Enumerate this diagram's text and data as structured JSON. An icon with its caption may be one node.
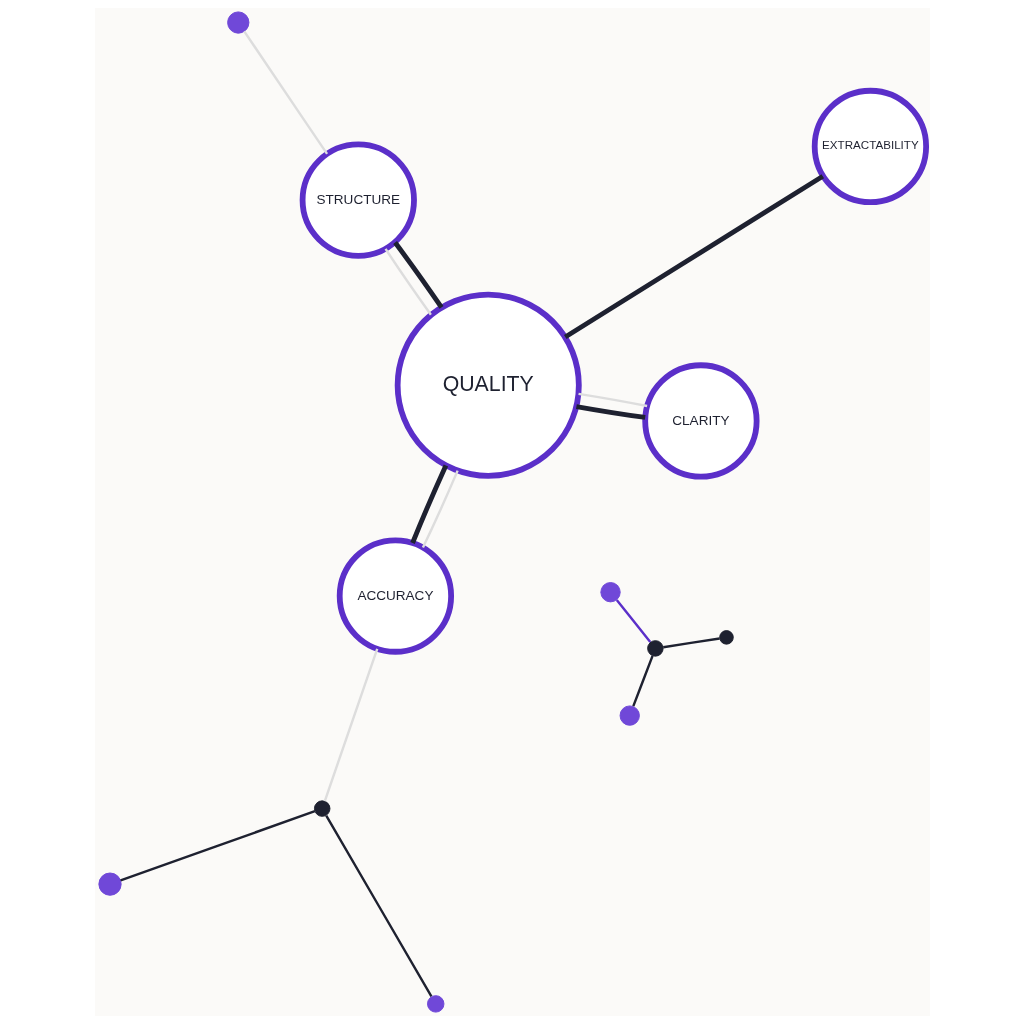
{
  "diagram": {
    "nodes": [
      {
        "text": [
          "QUALITY"
        ]
      },
      {
        "text": [
          "CLARITY"
        ]
      },
      {
        "text": [
          "ACCURACY"
        ]
      },
      {
        "text": [
          "STRUCTURE"
        ]
      },
      {
        "text": [
          "EXTRACTABILITY"
        ]
      },
      {
        "text": [],
        "shape": "circle"
      },
      {
        "text": [],
        "shape": "circle"
      },
      {
        "text": [],
        "shape": "circle"
      },
      {
        "text": [],
        "shape": "circle"
      },
      {
        "text": [],
        "shape": "circle"
      },
      {
        "text": [],
        "shape": "circle"
      },
      {
        "text": [],
        "shape": "circle"
      },
      {
        "text": [],
        "shape": "circle"
      }
    ],
    "edges": [
      {
        "from": 1,
        "to": 0,
        "arrow": "none",
        "style": "thick"
      },
      {
        "from": 2,
        "to": 0,
        "arrow": "none",
        "style": "thick"
      },
      {
        "from": 3,
        "to": 0,
        "arrow": "none",
        "style": "thick"
      },
      {
        "from": 4,
        "to": 0,
        "arrow": "none",
        "style": "thick"
      },
      {
        "from": 1,
        "to": 0,
        "arrow": "none",
        "color": "#dddddd"
      },
      {
        "from": 2,
        "to": 0,
        "arrow": "none",
        "color": "#dddddd"
      },
      {
        "from": 2,
        "to": 9,
        "arrow": "none",
        "color": "#dddddd"
      },
      {
        "from": 3,
        "to": 0,
        "arrow": "none",
        "color": "#dddddd"
      },
      {
        "from": 3,
        "to": 12,
        "arrow": "none",
        "color": "#dddddd"
      },
      {
        "from": 5,
        "to": 6,
        "arrow": "none"
      },
      {
        "from": 5,
        "to": 7,
        "arrow": "none"
      },
      {
        "from": 5,
        "to": 8,
        "arrow": "none",
        "color": "#5b2fc9"
      },
      {
        "from": 9,
        "to": 10,
        "arrow": "none"
      },
      {
        "from": 9,
        "to": 11,
        "arrow": "none"
      }
    ]
  }
}
